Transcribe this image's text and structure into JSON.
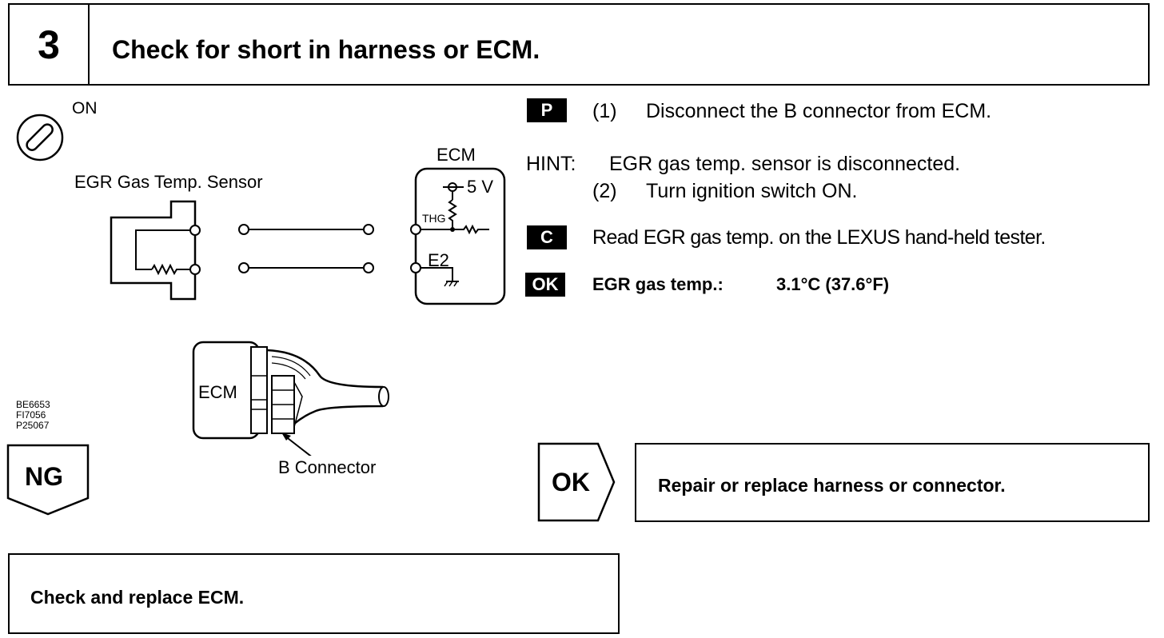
{
  "header": {
    "step_number": "3",
    "title": "Check for short in harness or ECM."
  },
  "diagram": {
    "ignition_label": "ON",
    "sensor_label": "EGR Gas Temp. Sensor",
    "ecm_label": "ECM",
    "voltage_label": "5 V",
    "thg_label": "THG",
    "e2_label": "E2",
    "ecm_unit_label": "ECM",
    "connector_label": "B Connector",
    "figure_codes": [
      "BE6653",
      "FI7056",
      "P25067"
    ]
  },
  "steps": {
    "p_tag": "P",
    "step1_num": "(1)",
    "step1_text": "Disconnect the B connector from ECM.",
    "hint_label": "HINT:",
    "hint_text": "EGR gas temp. sensor is disconnected.",
    "step2_num": "(2)",
    "step2_text": "Turn ignition switch ON.",
    "c_tag": "C",
    "c_text": "Read EGR gas temp. on the LEXUS hand-held tester.",
    "ok_tag": "OK",
    "ok_label": "EGR gas temp.:",
    "ok_value": "3.1°C (37.6°F)"
  },
  "results": {
    "ng_label": "NG",
    "ok_label": "OK",
    "ok_action": "Repair or replace harness or connector.",
    "ng_action": "Check and replace ECM."
  }
}
